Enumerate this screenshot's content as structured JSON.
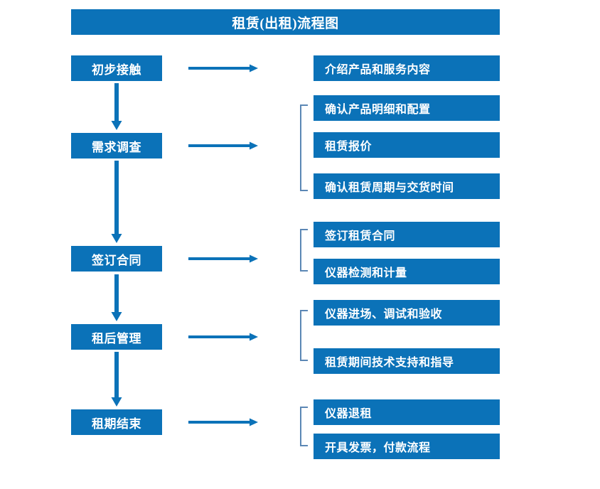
{
  "title": "租赁(出租)流程图",
  "colors": {
    "box_blue": "#0b72b8",
    "arrow_blue": "#0b72b8",
    "bracket_blue": "#5b87b5",
    "text_white": "#ffffff",
    "background": "#ffffff"
  },
  "chart_data": {
    "type": "diagram",
    "title": "租赁(出租)流程图",
    "stages": [
      {
        "label": "初步接触",
        "details": [
          "介绍产品和服务内容"
        ],
        "grouped": false
      },
      {
        "label": "需求调查",
        "details": [
          "确认产品明细和配置",
          "租赁报价",
          "确认租赁周期与交货时间"
        ],
        "grouped": true
      },
      {
        "label": "签订合同",
        "details": [
          "签订租赁合同",
          "仪器检测和计量"
        ],
        "grouped": true
      },
      {
        "label": "租后管理",
        "details": [
          "仪器进场、调试和验收",
          "租赁期间技术支持和指导"
        ],
        "grouped": true
      },
      {
        "label": "租期结束",
        "details": [
          "仪器退租",
          "开具发票，付款流程"
        ],
        "grouped": true
      }
    ]
  },
  "stages": {
    "s0": "初步接触",
    "s1": "需求调查",
    "s2": "签订合同",
    "s3": "租后管理",
    "s4": "租期结束"
  },
  "details": {
    "d0": "介绍产品和服务内容",
    "d1": "确认产品明细和配置",
    "d2": "租赁报价",
    "d3": "确认租赁周期与交货时间",
    "d4": "签订租赁合同",
    "d5": "仪器检测和计量",
    "d6": "仪器进场、调试和验收",
    "d7": "租赁期间技术支持和指导",
    "d8": "仪器退租",
    "d9": "开具发票，付款流程"
  }
}
